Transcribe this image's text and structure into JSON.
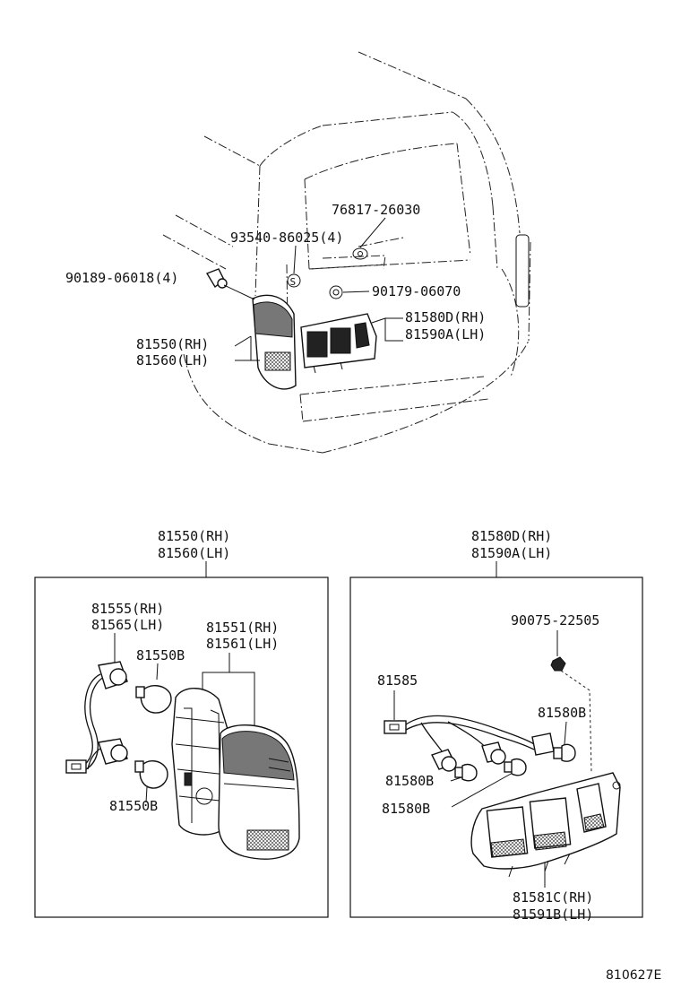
{
  "labels": {
    "p76817": "76817-26030",
    "p93540": "93540-86025(4)",
    "p90189": "90189-06018(4)",
    "p90179": "90179-06070",
    "p81580d_top": "81580D(RH)",
    "p81590a_top": "81590A(LH)",
    "p81550_top": "81550(RH)",
    "p81560_top": "81560(LH)",
    "s_symbol": "S",
    "left_title_1": "81550(RH)",
    "left_title_2": "81560(LH)",
    "right_title_1": "81580D(RH)",
    "right_title_2": "81590A(LH)",
    "p81555": "81555(RH)",
    "p81565": "81565(LH)",
    "p81551": "81551(RH)",
    "p81561": "81561(LH)",
    "p81550b_a": "81550B",
    "p81550b_b": "81550B",
    "p90075": "90075-22505",
    "p81585": "81585",
    "p81580b_a": "81580B",
    "p81580b_b": "81580B",
    "p81580b_c": "81580B",
    "p81581c": "81581C(RH)",
    "p81591b": "81591B(LH)",
    "diagram_code": "810627E"
  }
}
